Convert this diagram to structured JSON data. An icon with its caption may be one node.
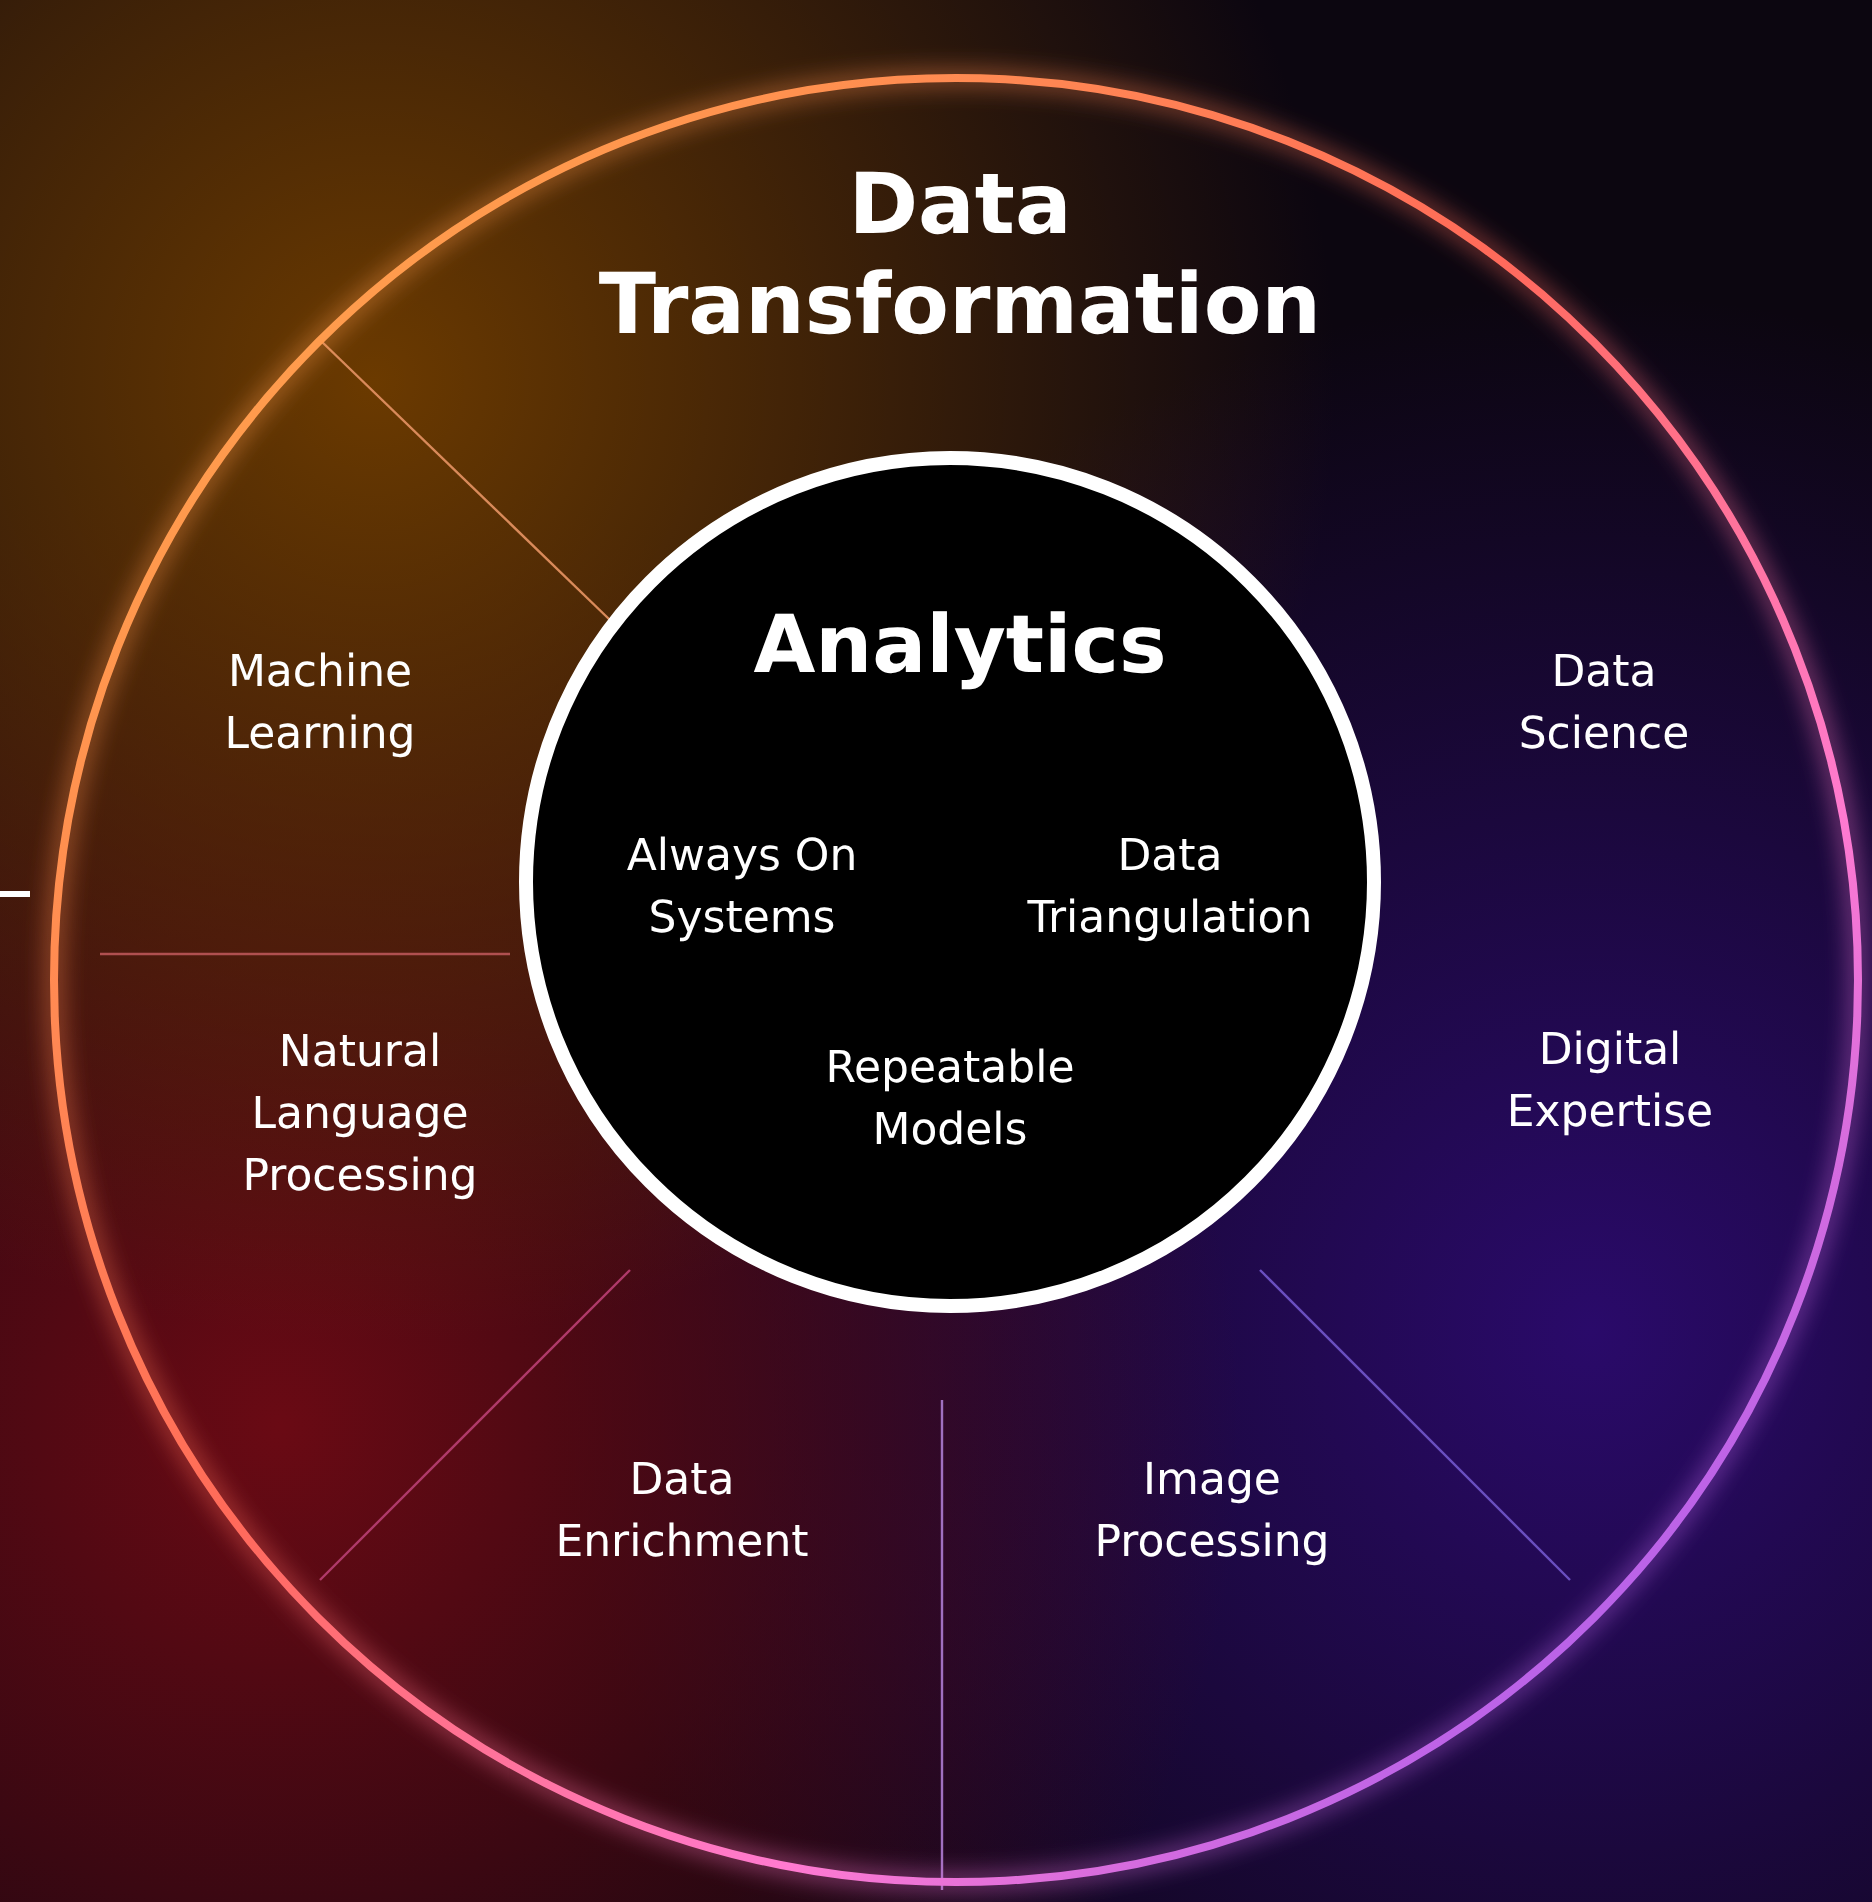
{
  "diagram": {
    "nodes": [
      {
        "text": [
          "Data Transformation"
        ]
      },
      {
        "text": [
          "Analytics",
          "Always On Systems",
          "Data Triangulation",
          "Repeatable Models"
        ],
        "in": 0
      }
    ],
    "edges": [],
    "labels": [
      "Machine Learning",
      "Data Science",
      "Natural Language Processing",
      "Digital Expertise",
      "Data Enrichment",
      "Image Processing"
    ]
  }
}
